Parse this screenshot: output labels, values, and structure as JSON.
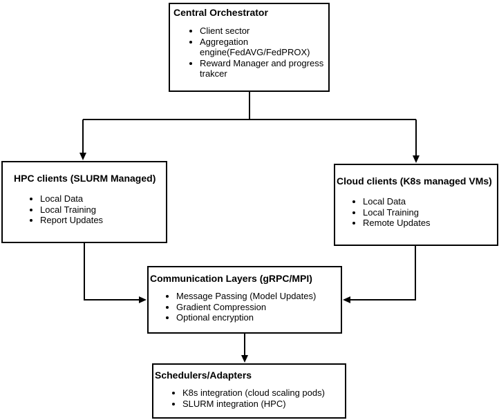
{
  "diagram": {
    "background_color": "#ffffff",
    "line_color": "#000000",
    "text_color": "#000000",
    "nodes": {
      "central": {
        "title": "Central Orchestrator",
        "items": [
          "Client sector",
          "Aggregation engine(FedAVG/FedPROX)",
          "Reward Manager and progress trakcer"
        ]
      },
      "hpc": {
        "title": "HPC clients (SLURM Managed)",
        "items": [
          "Local Data",
          "Local Training",
          "Report Updates"
        ]
      },
      "cloud": {
        "title": "Cloud clients (K8s managed VMs)",
        "items": [
          "Local Data",
          "Local Training",
          "Remote Updates"
        ]
      },
      "comm": {
        "title": "Communication Layers (gRPC/MPI)",
        "items": [
          "Message Passing (Model Updates)",
          "Gradient Compression",
          "Optional encryption"
        ]
      },
      "sched": {
        "title": "Schedulers/Adapters",
        "items": [
          "K8s integration (cloud scaling pods)",
          "SLURM integration (HPC)"
        ]
      }
    },
    "connections": [
      {
        "from": "central",
        "to": "hpc",
        "arrow": "into top of hpc"
      },
      {
        "from": "central",
        "to": "cloud",
        "arrow": "into top of cloud"
      },
      {
        "from": "hpc",
        "to": "comm",
        "arrow": "into left side of comm"
      },
      {
        "from": "cloud",
        "to": "comm",
        "arrow": "into right side of comm"
      },
      {
        "from": "comm",
        "to": "sched",
        "arrow": "into top of sched"
      }
    ]
  }
}
